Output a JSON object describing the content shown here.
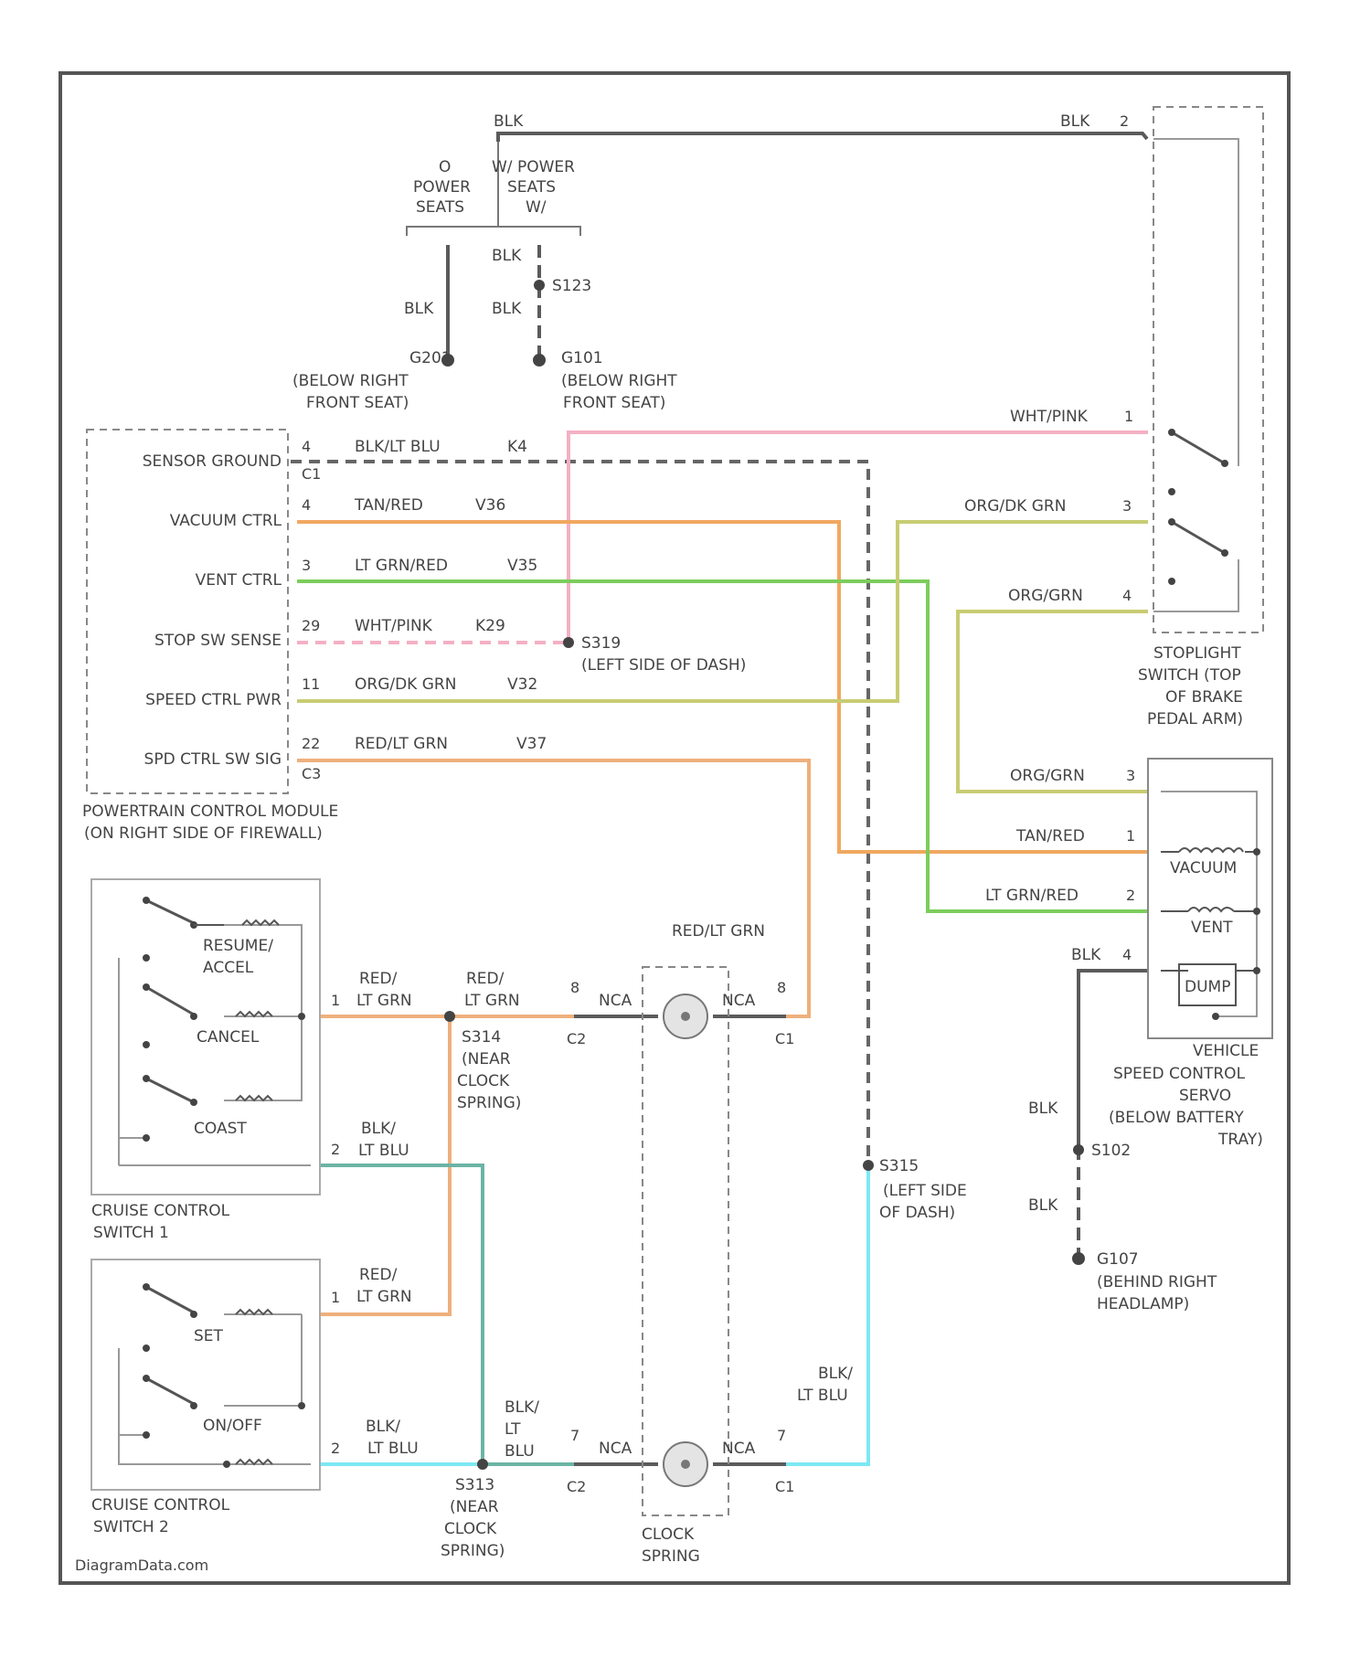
{
  "colors": {
    "BLK": "#5b5b5b",
    "TAN_RED": "#f0a860",
    "LT_GRN_RED": "#7ccd5c",
    "WHT_PINK": "#f4b0c4",
    "ORG_DK_GRN": "#c8cc72",
    "RED_LT_GRN": "#eeb07c",
    "BLK_LT_BLU_A": "#6cb4a4",
    "BLK_LT_BLU_B": "#7de8f4",
    "frame": "#555555",
    "dashed": "#777777",
    "text": "#444444"
  },
  "ground_branch": {
    "top_wire": "BLK",
    "without_power_seats_line1": "O",
    "without_power_seats_line2": "POWER",
    "without_power_seats_line3": "SEATS",
    "with_power_seats_line1": "W/ POWER",
    "with_power_seats_line2": "SEATS",
    "with_power_seats_line3": "W/",
    "left_wire": "BLK",
    "right_wire_upper": "BLK",
    "right_wire_lower": "BLK",
    "splice": "S123",
    "ground_left_id": "G201",
    "ground_left_loc1": "(BELOW RIGHT",
    "ground_left_loc2": "FRONT SEAT)",
    "ground_right_id": "G101",
    "ground_right_loc1": "(BELOW RIGHT",
    "ground_right_loc2": "FRONT SEAT)"
  },
  "pcm": {
    "label1": "POWERTRAIN CONTROL MODULE",
    "label2": "(ON RIGHT SIDE OF FIREWALL)",
    "pins": [
      {
        "name": "SENSOR GROUND",
        "pin": "4",
        "wire": "BLK/LT BLU",
        "circuit": "K4",
        "conn": "C1"
      },
      {
        "name": "VACUUM CTRL",
        "pin": "4",
        "wire": "TAN/RED",
        "circuit": "V36",
        "conn": ""
      },
      {
        "name": "VENT CTRL",
        "pin": "3",
        "wire": "LT GRN/RED",
        "circuit": "V35",
        "conn": ""
      },
      {
        "name": "STOP SW SENSE",
        "pin": "29",
        "wire": "WHT/PINK",
        "circuit": "K29",
        "conn": ""
      },
      {
        "name": "SPEED CTRL PWR",
        "pin": "11",
        "wire": "ORG/DK GRN",
        "circuit": "V32",
        "conn": ""
      },
      {
        "name": "SPD CTRL SW SIG",
        "pin": "22",
        "wire": "RED/LT GRN",
        "circuit": "V37",
        "conn": "C3"
      }
    ]
  },
  "stop_splice": {
    "id": "S319",
    "loc": "(LEFT SIDE OF DASH)"
  },
  "stoplight_switch": {
    "label1": "STOPLIGHT",
    "label2": "SWITCH (TOP",
    "label3": "OF BRAKE",
    "label4": "PEDAL ARM)",
    "top_wire": "BLK",
    "top_pin": "2",
    "pins": [
      {
        "pin": "1",
        "wire": "WHT/PINK"
      },
      {
        "pin": "3",
        "wire": "ORG/DK GRN"
      },
      {
        "pin": "4",
        "wire": "ORG/GRN"
      }
    ]
  },
  "servo": {
    "label1": "VEHICLE",
    "label2": "SPEED CONTROL",
    "label3": "SERVO",
    "label4": "(BELOW BATTERY",
    "label5": "TRAY)",
    "vacuum": "VACUUM",
    "vent": "VENT",
    "dump": "DUMP",
    "pins": [
      {
        "pin": "3",
        "wire": "ORG/GRN"
      },
      {
        "pin": "1",
        "wire": "TAN/RED"
      },
      {
        "pin": "2",
        "wire": "LT GRN/RED"
      },
      {
        "pin": "4",
        "wire": "BLK"
      }
    ],
    "ground_wire_upper": "BLK",
    "ground_wire_lower": "BLK",
    "splice": "S102",
    "ground_id": "G107",
    "ground_loc1": "(BEHIND RIGHT",
    "ground_loc2": "HEADLAMP)"
  },
  "dash_splice": {
    "id": "S315",
    "loc1": "(LEFT SIDE",
    "loc2": "OF DASH)"
  },
  "switch1": {
    "label1": "CRUISE CONTROL",
    "label2": "SWITCH 1",
    "resume": "RESUME/",
    "accel": "ACCEL",
    "cancel": "CANCEL",
    "coast": "COAST",
    "pin1": "1",
    "wire1a": "RED/",
    "wire1b": "LT GRN",
    "pin2": "2",
    "wire2a": "BLK/",
    "wire2b": "LT BLU"
  },
  "switch2": {
    "label1": "CRUISE CONTROL",
    "label2": "SWITCH 2",
    "set": "SET",
    "onoff": "ON/OFF",
    "pin1": "1",
    "wire1a": "RED/",
    "wire1b": "LT GRN",
    "pin2": "2",
    "wire2a": "BLK/",
    "wire2b": "LT BLU"
  },
  "upper_clock": {
    "wire_a": "RED/",
    "wire_b": "LT GRN",
    "splice": "S314",
    "splice_loc1": "(NEAR",
    "splice_loc2": "CLOCK",
    "splice_loc3": "SPRING)",
    "pin_left": "8",
    "conn_left": "C2",
    "nca_left": "NCA",
    "nca_right": "NCA",
    "pin_right": "8",
    "conn_right": "C1",
    "top_label": "RED/LT GRN"
  },
  "lower_clock": {
    "wire_a": "BLK/",
    "wire_b": "LT",
    "wire_c": "BLU",
    "splice": "S313",
    "splice_loc1": "(NEAR",
    "splice_loc2": "CLOCK",
    "splice_loc3": "SPRING)",
    "pin_left": "7",
    "conn_left": "C2",
    "nca_left": "NCA",
    "nca_right": "NCA",
    "pin_right": "7",
    "conn_right": "C1",
    "right_wire_a": "BLK/",
    "right_wire_b": "LT BLU",
    "clock_label1": "CLOCK",
    "clock_label2": "SPRING"
  },
  "footer": "DiagramData.com"
}
